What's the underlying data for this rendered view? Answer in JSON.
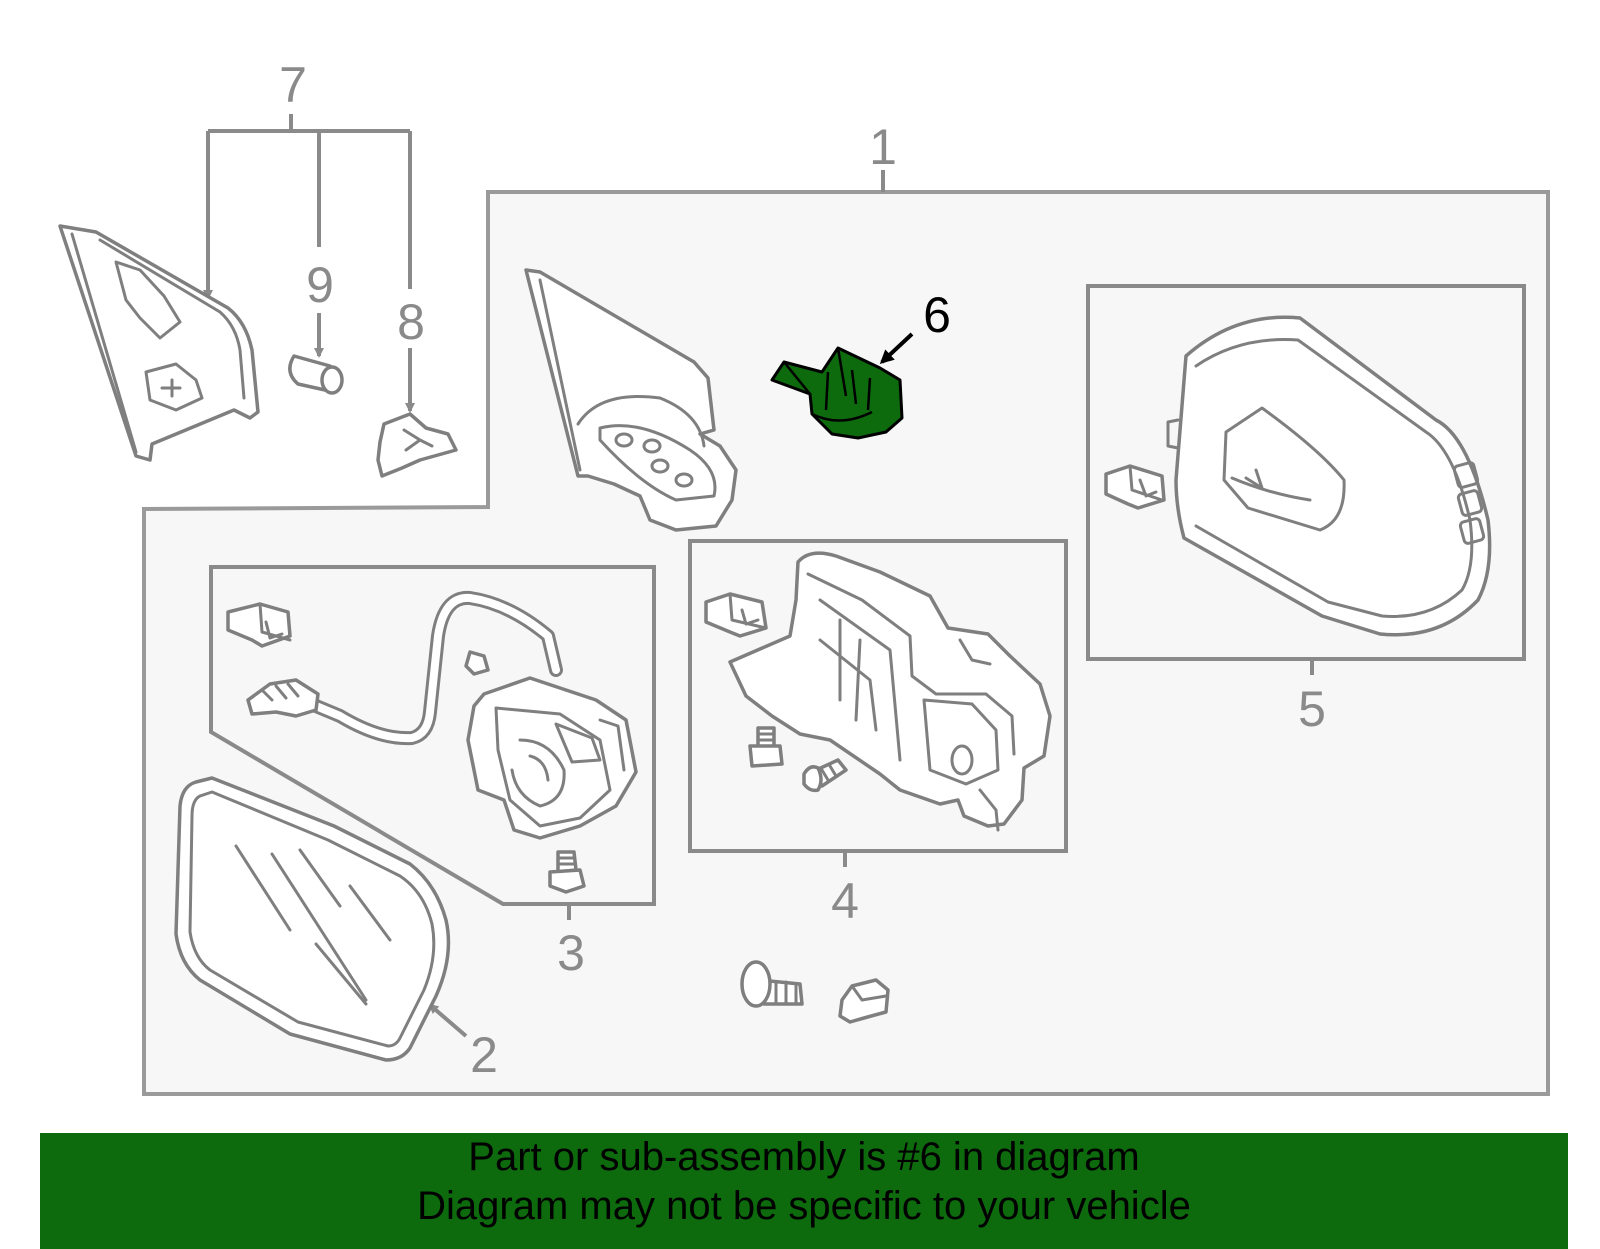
{
  "callouts": {
    "c1": "1",
    "c2": "2",
    "c3": "3",
    "c4": "4",
    "c5": "5",
    "c6": "6",
    "c7": "7",
    "c8": "8",
    "c9": "9"
  },
  "highlight": {
    "part": "6",
    "color": "#0d6a0d"
  },
  "banner": {
    "line1": "Part or sub-assembly is #6 in diagram",
    "line2": "Diagram may not be specific to your vehicle"
  }
}
